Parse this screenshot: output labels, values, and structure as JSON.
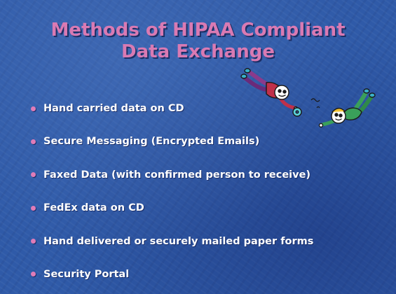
{
  "slide": {
    "title_lines": [
      "Methods of HIPAA Compliant",
      "Data Exchange"
    ],
    "bullets": [
      "Hand carried data on CD",
      "Secure Messaging (Encrypted Emails)",
      "Faxed Data (with confirmed person to receive)",
      "FedEx data on CD",
      "Hand delivered or securely mailed paper forms",
      "Security Portal"
    ],
    "colors": {
      "background": "#2f5aa8",
      "title": "#d97ab3",
      "bullet_marker": "#e07cb8",
      "text": "#ffffff"
    },
    "clipart": "skydivers-clipart"
  }
}
